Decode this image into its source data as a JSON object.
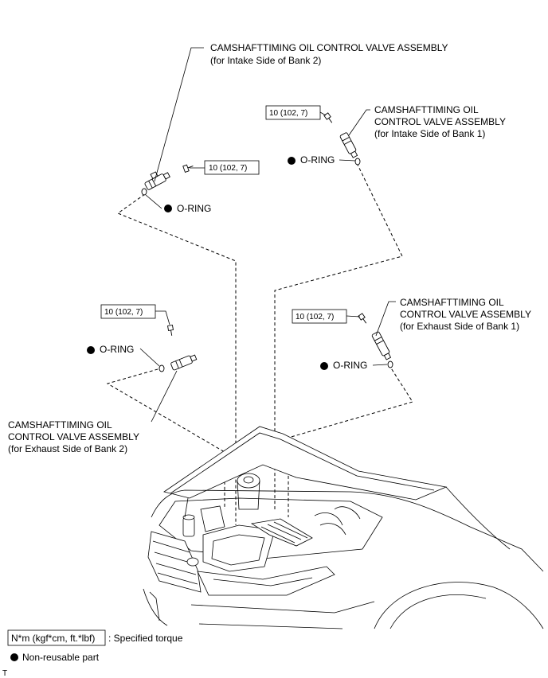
{
  "callouts": {
    "intake_bank2": {
      "title": "CAMSHAFTTIMING OIL CONTROL VALVE ASSEMBLY",
      "subtitle": "(for Intake Side of Bank 2)",
      "torque": "10 (102, 7)",
      "oring": "O-RING"
    },
    "intake_bank1": {
      "line1": "CAMSHAFTTIMING OIL",
      "line2": "CONTROL VALVE ASSEMBLY",
      "line3": "(for Intake Side of Bank 1)",
      "torque": "10 (102, 7)",
      "oring": "O-RING"
    },
    "exhaust_bank1": {
      "line1": "CAMSHAFTTIMING OIL",
      "line2": "CONTROL VALVE ASSEMBLY",
      "line3": "(for Exhaust Side of Bank 1)",
      "torque": "10 (102, 7)",
      "oring": "O-RING"
    },
    "exhaust_bank2": {
      "line1": "CAMSHAFTTIMING OIL",
      "line2": "CONTROL VALVE ASSEMBLY",
      "line3": "(for Exhaust Side of Bank 2)",
      "torque": "10 (102, 7)",
      "oring": "O-RING"
    }
  },
  "legend": {
    "torque_unit": "N*m (kgf*cm, ft.*lbf)",
    "torque_desc": ": Specified torque",
    "nonreusable_desc": "Non-reusable part"
  },
  "footer": {
    "mark": "T"
  }
}
